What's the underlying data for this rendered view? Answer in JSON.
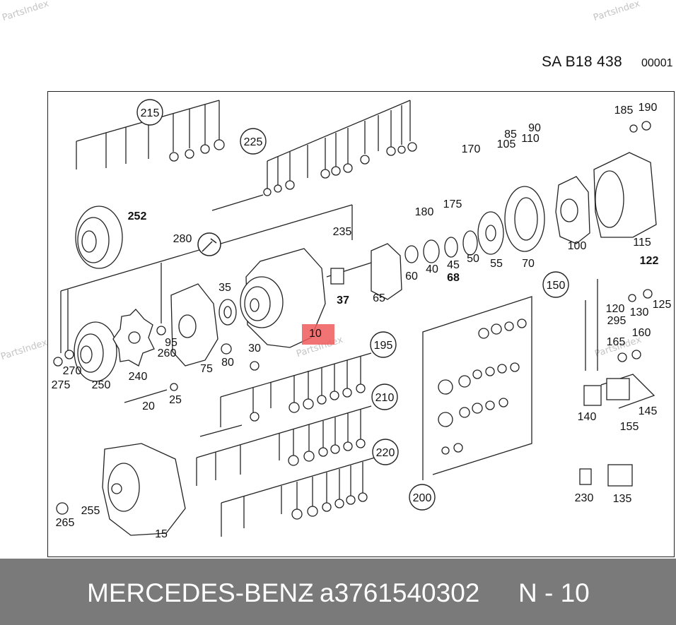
{
  "watermark": "PartsIndex",
  "header": {
    "diagram_code": "SA B18 438",
    "sheet_number": "00001"
  },
  "highlighted_position": "10",
  "callouts": [
    {
      "id": "c215",
      "label": "215",
      "circled": true
    },
    {
      "id": "c225",
      "label": "225",
      "circled": true
    },
    {
      "id": "c252",
      "label": "252",
      "bold": true
    },
    {
      "id": "c280",
      "label": "280"
    },
    {
      "id": "c235",
      "label": "235"
    },
    {
      "id": "c170",
      "label": "170"
    },
    {
      "id": "c180",
      "label": "180"
    },
    {
      "id": "c175",
      "label": "175"
    },
    {
      "id": "c85",
      "label": "85"
    },
    {
      "id": "c90",
      "label": "90"
    },
    {
      "id": "c105",
      "label": "105"
    },
    {
      "id": "c110",
      "label": "110"
    },
    {
      "id": "c185",
      "label": "185"
    },
    {
      "id": "c190",
      "label": "190"
    },
    {
      "id": "c100",
      "label": "100"
    },
    {
      "id": "c115",
      "label": "115"
    },
    {
      "id": "c122",
      "label": "122",
      "bold": true
    },
    {
      "id": "c125",
      "label": "125"
    },
    {
      "id": "c120",
      "label": "120"
    },
    {
      "id": "c130",
      "label": "130"
    },
    {
      "id": "c295",
      "label": "295"
    },
    {
      "id": "c150",
      "label": "150",
      "circled": true
    },
    {
      "id": "c160",
      "label": "160"
    },
    {
      "id": "c165",
      "label": "165"
    },
    {
      "id": "c145",
      "label": "145"
    },
    {
      "id": "c140",
      "label": "140"
    },
    {
      "id": "c155",
      "label": "155"
    },
    {
      "id": "c230",
      "label": "230"
    },
    {
      "id": "c135",
      "label": "135"
    },
    {
      "id": "c60",
      "label": "60"
    },
    {
      "id": "c40",
      "label": "40"
    },
    {
      "id": "c45",
      "label": "45"
    },
    {
      "id": "c68",
      "label": "68",
      "bold": true
    },
    {
      "id": "c50",
      "label": "50"
    },
    {
      "id": "c55",
      "label": "55"
    },
    {
      "id": "c70",
      "label": "70"
    },
    {
      "id": "c37",
      "label": "37",
      "bold": true
    },
    {
      "id": "c65",
      "label": "65"
    },
    {
      "id": "c35",
      "label": "35"
    },
    {
      "id": "c30",
      "label": "30"
    },
    {
      "id": "c80",
      "label": "80"
    },
    {
      "id": "c75",
      "label": "75"
    },
    {
      "id": "c95",
      "label": "95"
    },
    {
      "id": "c260",
      "label": "260"
    },
    {
      "id": "c240",
      "label": "240"
    },
    {
      "id": "c250",
      "label": "250"
    },
    {
      "id": "c270",
      "label": "270"
    },
    {
      "id": "c275",
      "label": "275"
    },
    {
      "id": "c20",
      "label": "20"
    },
    {
      "id": "c25",
      "label": "25"
    },
    {
      "id": "c195",
      "label": "195",
      "circled": true
    },
    {
      "id": "c210",
      "label": "210",
      "circled": true
    },
    {
      "id": "c220",
      "label": "220",
      "circled": true
    },
    {
      "id": "c200",
      "label": "200",
      "circled": true
    },
    {
      "id": "c255",
      "label": "255"
    },
    {
      "id": "c265",
      "label": "265"
    },
    {
      "id": "c15",
      "label": "15"
    }
  ],
  "footer": {
    "brand": "MERCEDES-BENZ",
    "separator": "-",
    "part_number": "a3761540302",
    "position": "N - 10"
  }
}
